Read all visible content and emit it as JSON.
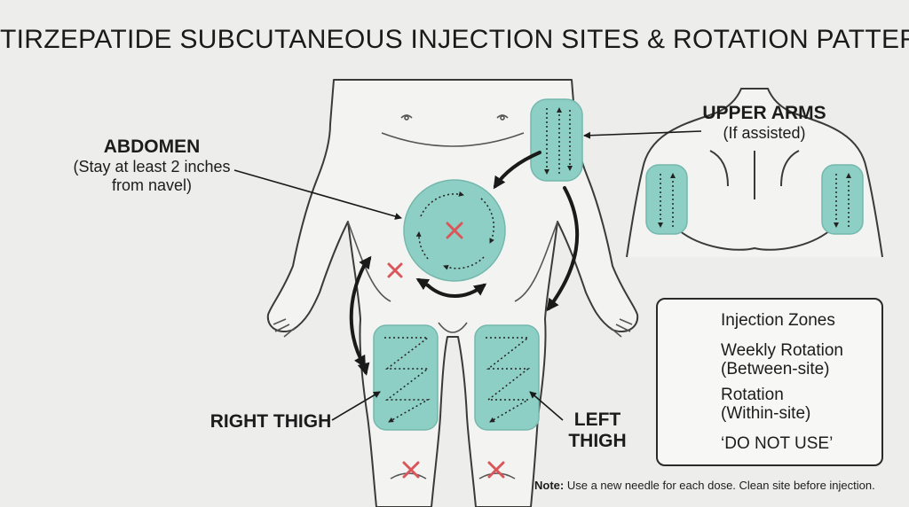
{
  "title": "TIRZEPATIDE SUBCUTANEOUS INJECTION SITES & ROTATION PATTERN",
  "labels": {
    "abdomen": {
      "heading": "ABDOMEN",
      "sub1": "(Stay at least 2 inches",
      "sub2": "from navel)"
    },
    "upper_arms": {
      "heading": "UPPER ARMS",
      "sub": "(If assisted)"
    },
    "right_thigh": "RIGHT THIGH",
    "left_thigh": {
      "line1": "LEFT",
      "line2": "THIGH"
    }
  },
  "legend": {
    "injection_zones": "Injection Zones",
    "weekly_rotation_1": "Weekly Rotation",
    "weekly_rotation_2": "(Between-site)",
    "within_rotation_1": "Rotation",
    "within_rotation_2": "(Within-site)",
    "do_not_use": "‘DO NOT USE’"
  },
  "note": {
    "prefix": "Note:",
    "text": "Use a new needle for each dose. Clean site before injection."
  },
  "colors": {
    "zone_fill": "#8dcfc4",
    "zone_stroke": "#74b8ad",
    "do_not_use_x": "#d9575a",
    "check": "#3fa39b",
    "outline": "#2b2b2b",
    "background": "#ededeb"
  },
  "icons": [
    "syringe-icon",
    "vial-icon",
    "check-icon",
    "x-mark-icon",
    "curved-arrow-icon",
    "circular-arrows-icon"
  ]
}
